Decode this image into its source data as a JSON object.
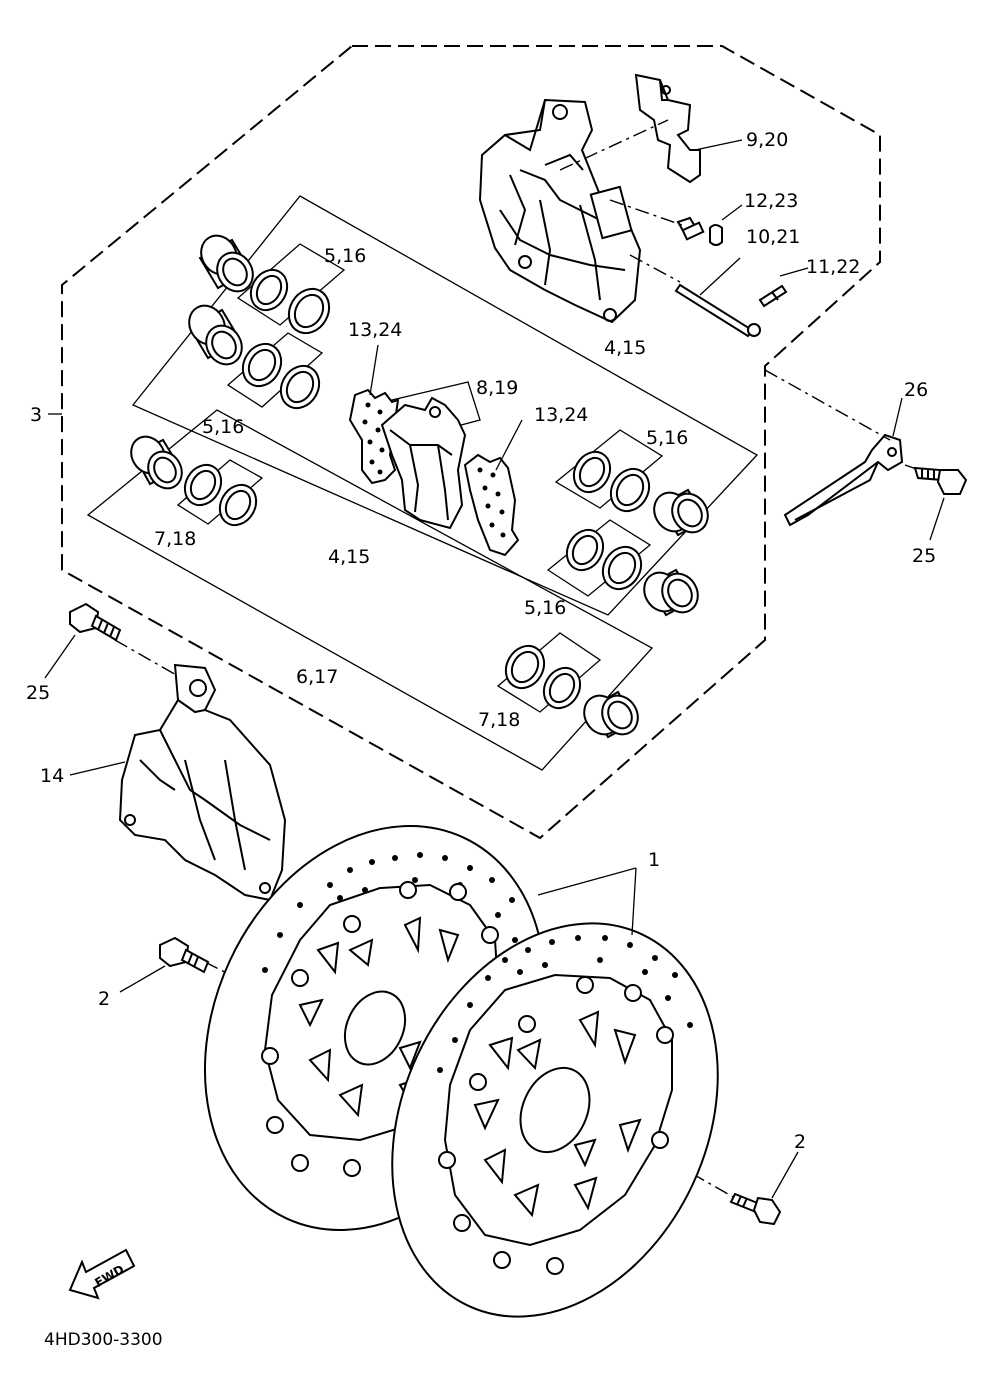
{
  "diagram_code": "4HD300-3300",
  "direction_arrow": {
    "label": "FWD",
    "icon": "fwd-arrow-icon"
  },
  "callouts": {
    "c1": "1",
    "c2a": "2",
    "c2b": "2",
    "c3": "3",
    "c4_15a": "4,15",
    "c4_15b": "4,15",
    "c5_16a": "5,16",
    "c5_16b": "5,16",
    "c5_16c": "5,16",
    "c5_16d": "5,16",
    "c6_17": "6,17",
    "c7_18a": "7,18",
    "c7_18b": "7,18",
    "c8_19": "8,19",
    "c9_20": "9,20",
    "c10_21": "10,21",
    "c11_22": "11,22",
    "c12_23": "12,23",
    "c13_24a": "13,24",
    "c13_24b": "13,24",
    "c14": "14",
    "c25a": "25",
    "c25b": "25",
    "c26": "26"
  }
}
